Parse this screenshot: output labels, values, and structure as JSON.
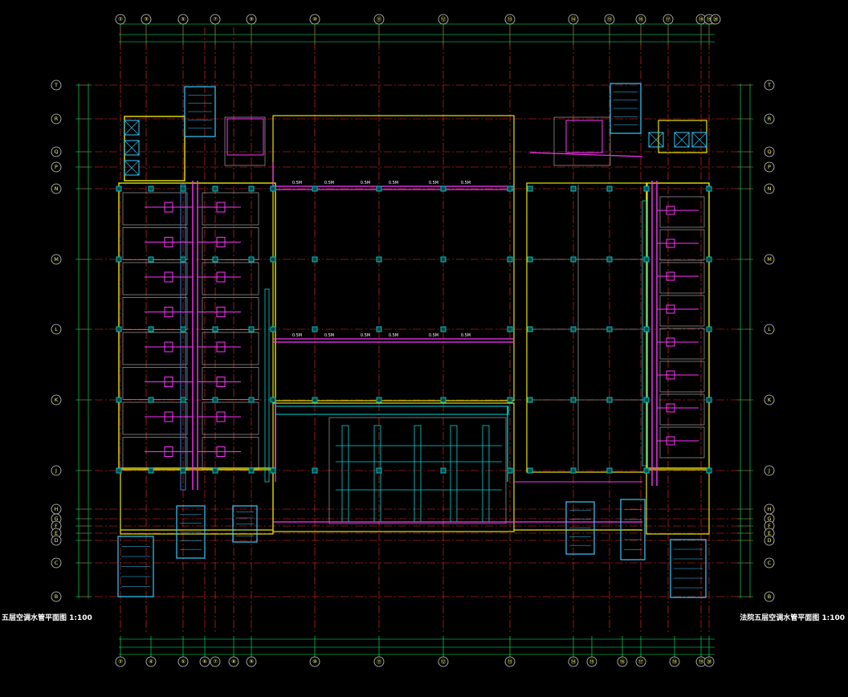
{
  "drawing": {
    "colors": {
      "background": "#000000",
      "wall": "#e6e600",
      "column": "#00c8ff",
      "axis": "#ff2b2b",
      "pipe": "#ff33ff",
      "duct": "#00d8d8",
      "text": "#ffffff",
      "dim": "#00ff66",
      "note": "#ff8000"
    },
    "top_axes": [
      "②",
      "③",
      "⑤",
      "⑦",
      "⑨",
      "⑩",
      "⑪",
      "⑫",
      "⑬",
      "⑭",
      "⑮",
      "⑯",
      "⑰",
      "⑱",
      "⑲",
      "⑳"
    ],
    "bottom_axes": [
      "②",
      "④",
      "⑤",
      "⑥",
      "⑦",
      "⑧",
      "⑨",
      "⑩",
      "⑪",
      "⑫",
      "⑬",
      "⑭",
      "⑮",
      "⑯",
      "⑰",
      "⑱",
      "⑲",
      "⑳"
    ],
    "left_axes": [
      "T",
      "R",
      "Q",
      "P",
      "N",
      "M",
      "L",
      "K",
      "J",
      "H",
      "G",
      "F",
      "E",
      "D",
      "C",
      "B"
    ],
    "right_axes": [
      "T",
      "R",
      "Q",
      "P",
      "N",
      "M",
      "L",
      "K",
      "J",
      "H",
      "G",
      "F",
      "E",
      "D",
      "C",
      "B"
    ],
    "pipe_labels": [
      "0.5M",
      "0.5M",
      "0.5M",
      "0.5M",
      "0.5M",
      "0.5M",
      "0.5M",
      "0.5M",
      "0.5M",
      "0.5M",
      "0.5M",
      "0.5M"
    ],
    "caption_left": "五层空调水管平面图 1:100",
    "caption_right": "法院五层空调水管平面图 1:100"
  }
}
